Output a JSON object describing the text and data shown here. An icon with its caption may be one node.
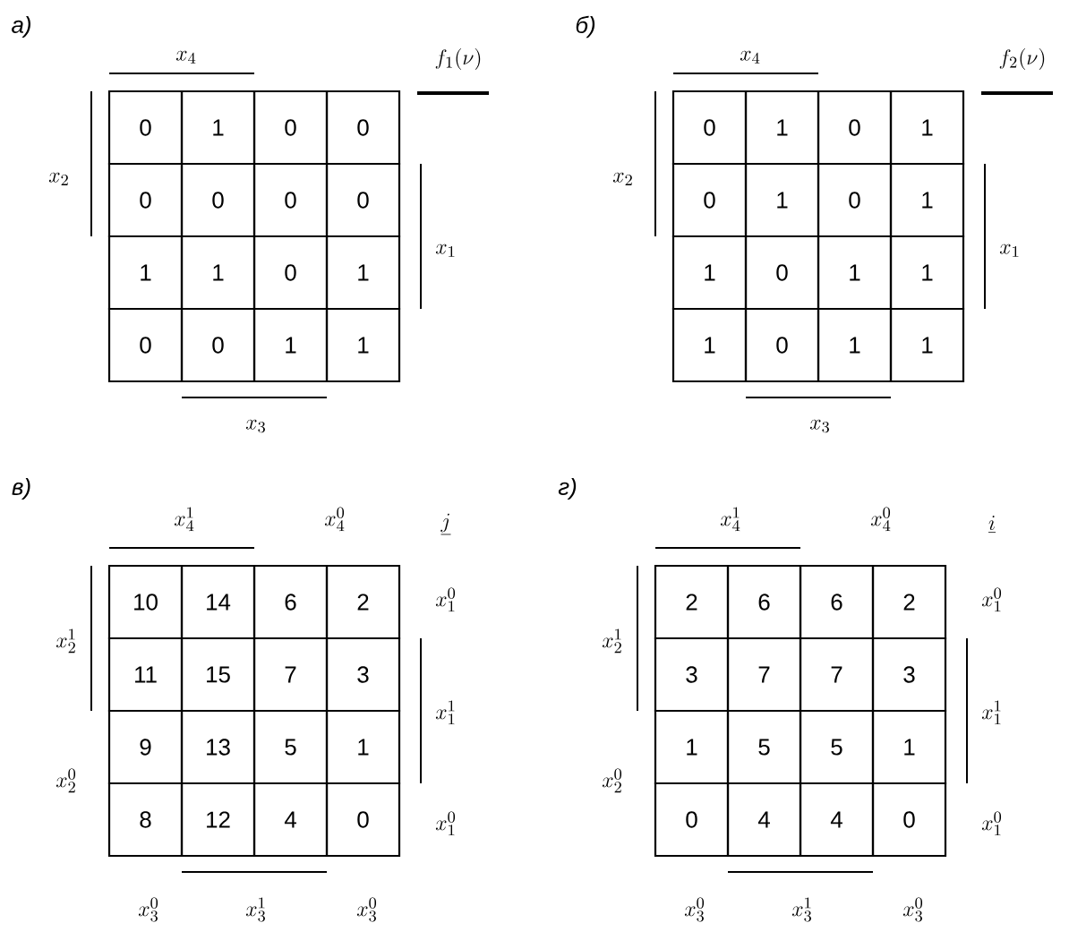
{
  "diagram": {
    "labels": [
      "а)",
      "x_4",
      "f_1(\\nu)",
      "x_2",
      "0",
      "1",
      "0",
      "0",
      "0",
      "0",
      "0",
      "0",
      "1",
      "1",
      "0",
      "1",
      "0",
      "0",
      "1",
      "1",
      "x_1",
      "x_3",
      "б)",
      "x_4",
      "f_2(\\nu)",
      "x_2",
      "0",
      "1",
      "0",
      "1",
      "0",
      "1",
      "0",
      "1",
      "1",
      "0",
      "1",
      "1",
      "1",
      "0",
      "1",
      "1",
      "x_1",
      "x_3",
      "в)",
      "x_4^1",
      "x_4^0",
      "\\underline{j}",
      "x_2^1",
      "x_2^0",
      "10",
      "14",
      "6",
      "2",
      "11",
      "15",
      "7",
      "3",
      "9",
      "13",
      "5",
      "1",
      "8",
      "12",
      "4",
      "0",
      "x_1^0",
      "x_1^1",
      "x_1^0",
      "x_3^0",
      "x_3^1",
      "x_3^0",
      "г)",
      "x_4^1",
      "x_4^0",
      "\\underline{i}",
      "x_2^1",
      "x_2^0",
      "2",
      "6",
      "6",
      "2",
      "3",
      "7",
      "7",
      "3",
      "1",
      "5",
      "5",
      "1",
      "0",
      "4",
      "4",
      "0",
      "x_1^0",
      "x_1^1",
      "x_1^0",
      "x_3^0",
      "x_3^1",
      "x_3^0"
    ]
  }
}
